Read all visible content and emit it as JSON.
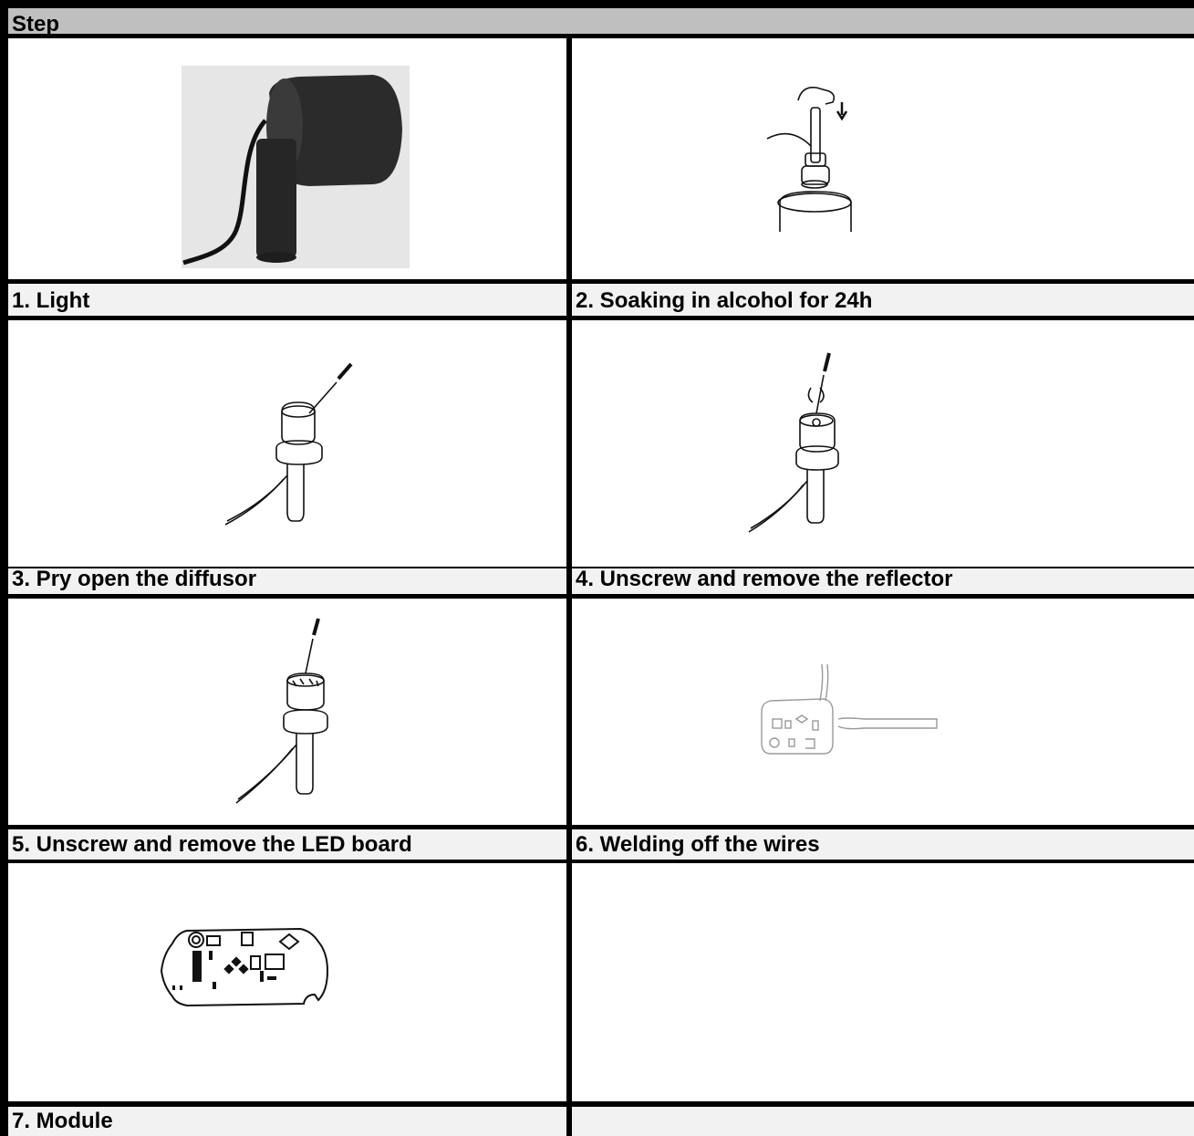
{
  "header": {
    "label": "Step"
  },
  "steps": [
    {
      "number": "1.",
      "caption": "1. Light",
      "image": "spotlight-photo"
    },
    {
      "number": "2.",
      "caption": "2. Soaking in alcohol for 24h",
      "image": "soaking-illustration"
    },
    {
      "number": "3.",
      "caption": "3. Pry open the diffusor",
      "image": "pry-diffusor-illustration"
    },
    {
      "number": "4.",
      "caption": "4. Unscrew and remove the reflector",
      "image": "unscrew-reflector-illustration"
    },
    {
      "number": "5.",
      "caption": "5. Unscrew and remove the LED board",
      "image": "unscrew-led-board-illustration"
    },
    {
      "number": "6.",
      "caption": "6. Welding off the wires",
      "image": "desolder-wires-illustration"
    },
    {
      "number": "7.",
      "caption": "7. Module",
      "image": "module-board-illustration"
    },
    {
      "number": "",
      "caption": "",
      "image": ""
    }
  ],
  "colors": {
    "grid": "#000000",
    "header_bg": "#bfbfbf",
    "caption_bg": "#f2f2f2",
    "image_bg": "#ffffff"
  }
}
